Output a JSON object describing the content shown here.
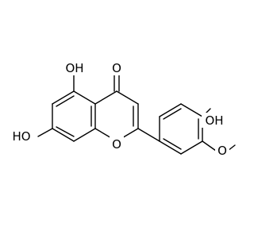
{
  "molecule": {
    "atom_labels": {
      "oh_top": "OH",
      "oh_left": "HO",
      "o_carbonyl": "O",
      "o_ring": "O",
      "oh_right": "OH",
      "o_methoxy": "O"
    },
    "colors": {
      "bond": "#000000",
      "label": "#000000",
      "background": "#ffffff"
    }
  }
}
